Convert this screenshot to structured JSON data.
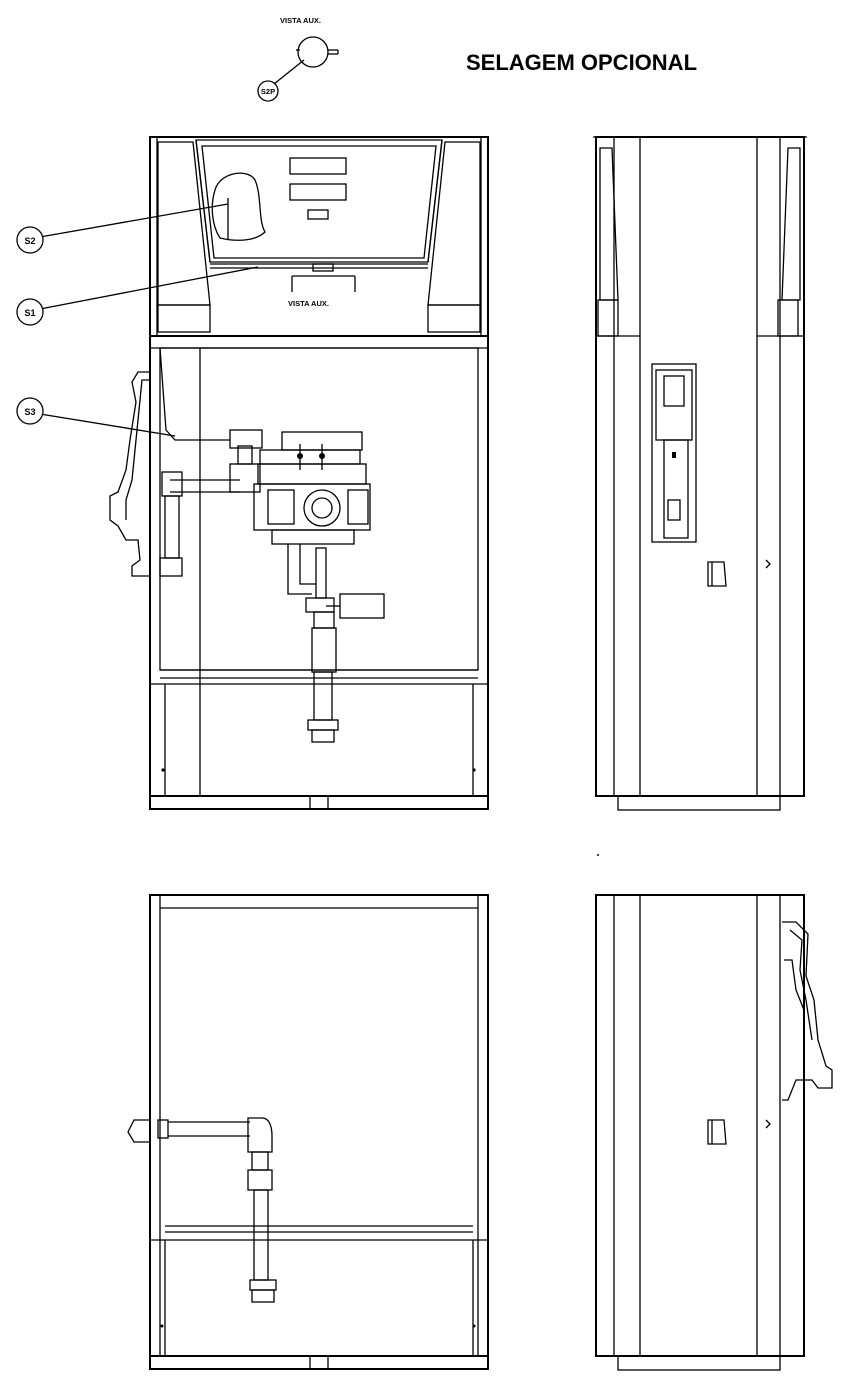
{
  "title": "SELAGEM OPCIONAL",
  "view_labels": {
    "top": "VISTA AUX.",
    "panel": "VISTA AUX."
  },
  "seal_labels": {
    "s2p": "S2P",
    "s2": "S2",
    "s1": "S1",
    "s3": "S3"
  }
}
